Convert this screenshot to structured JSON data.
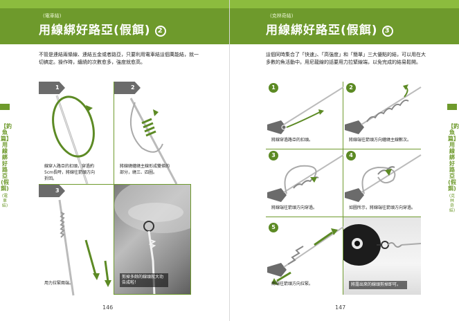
{
  "left_page": {
    "category": "(電車結)",
    "title": "用線綁好路亞(假餌)",
    "title_number": "2",
    "intro": "不管是連結兩條線、連結五金或者路亞，只要利用電車結這個萬能結，就一切搞定。操作時，纏繞的次數愈多，強度就愈高。",
    "steps": [
      {
        "number": "1",
        "note": "線穿入路亞的扣頭，穿過約5cm長時，將線往箭頭方向折回。"
      },
      {
        "number": "2",
        "note": "將線繞纏繞主線形成雙條的部分，繞三、四圈。"
      },
      {
        "number": "3",
        "note": "用力拉緊兩端。"
      }
    ],
    "photo_caption": "剪掉多餘的線頭就大功告成啦！",
    "page_number": "146",
    "sidebar": {
      "label": "【釣魚篇】用線綁好路亞(假餌)",
      "sub": "(電車結)"
    }
  },
  "right_page": {
    "category": "(克林奇結)",
    "title": "用線綁好路亞(假餌)",
    "title_number": "3",
    "intro": "這個同時集合了「快速」、「高強度」和「簡單」三大優點的結，可以用在大多數的魚活動中。用尼龍線的話要用力拉緊線端，以免完成的結易鬆開。",
    "steps": [
      {
        "number": "1",
        "note": "將線穿過路亞的扣頭。"
      },
      {
        "number": "2",
        "note": "將線端往箭頭方向纏繞主線數次。"
      },
      {
        "number": "3",
        "note": "將線端往箭頭方向穿過。"
      },
      {
        "number": "4",
        "note": "如圖所示，將線端往箭頭方向穿過。"
      },
      {
        "number": "5",
        "note": "兩端往箭頭方向拉緊。"
      }
    ],
    "photo_caption": "將露出來的線頭剪掉即可。",
    "page_number": "147",
    "sidebar": {
      "label": "【釣魚篇】用線綁好路亞(假餌)",
      "sub": "(克林奇結)"
    }
  },
  "colors": {
    "header_green": "#6e9a2c",
    "light_green": "#8cbc3e",
    "arrow_green": "#5c8a24",
    "tag_gray": "#6b6b6b"
  }
}
